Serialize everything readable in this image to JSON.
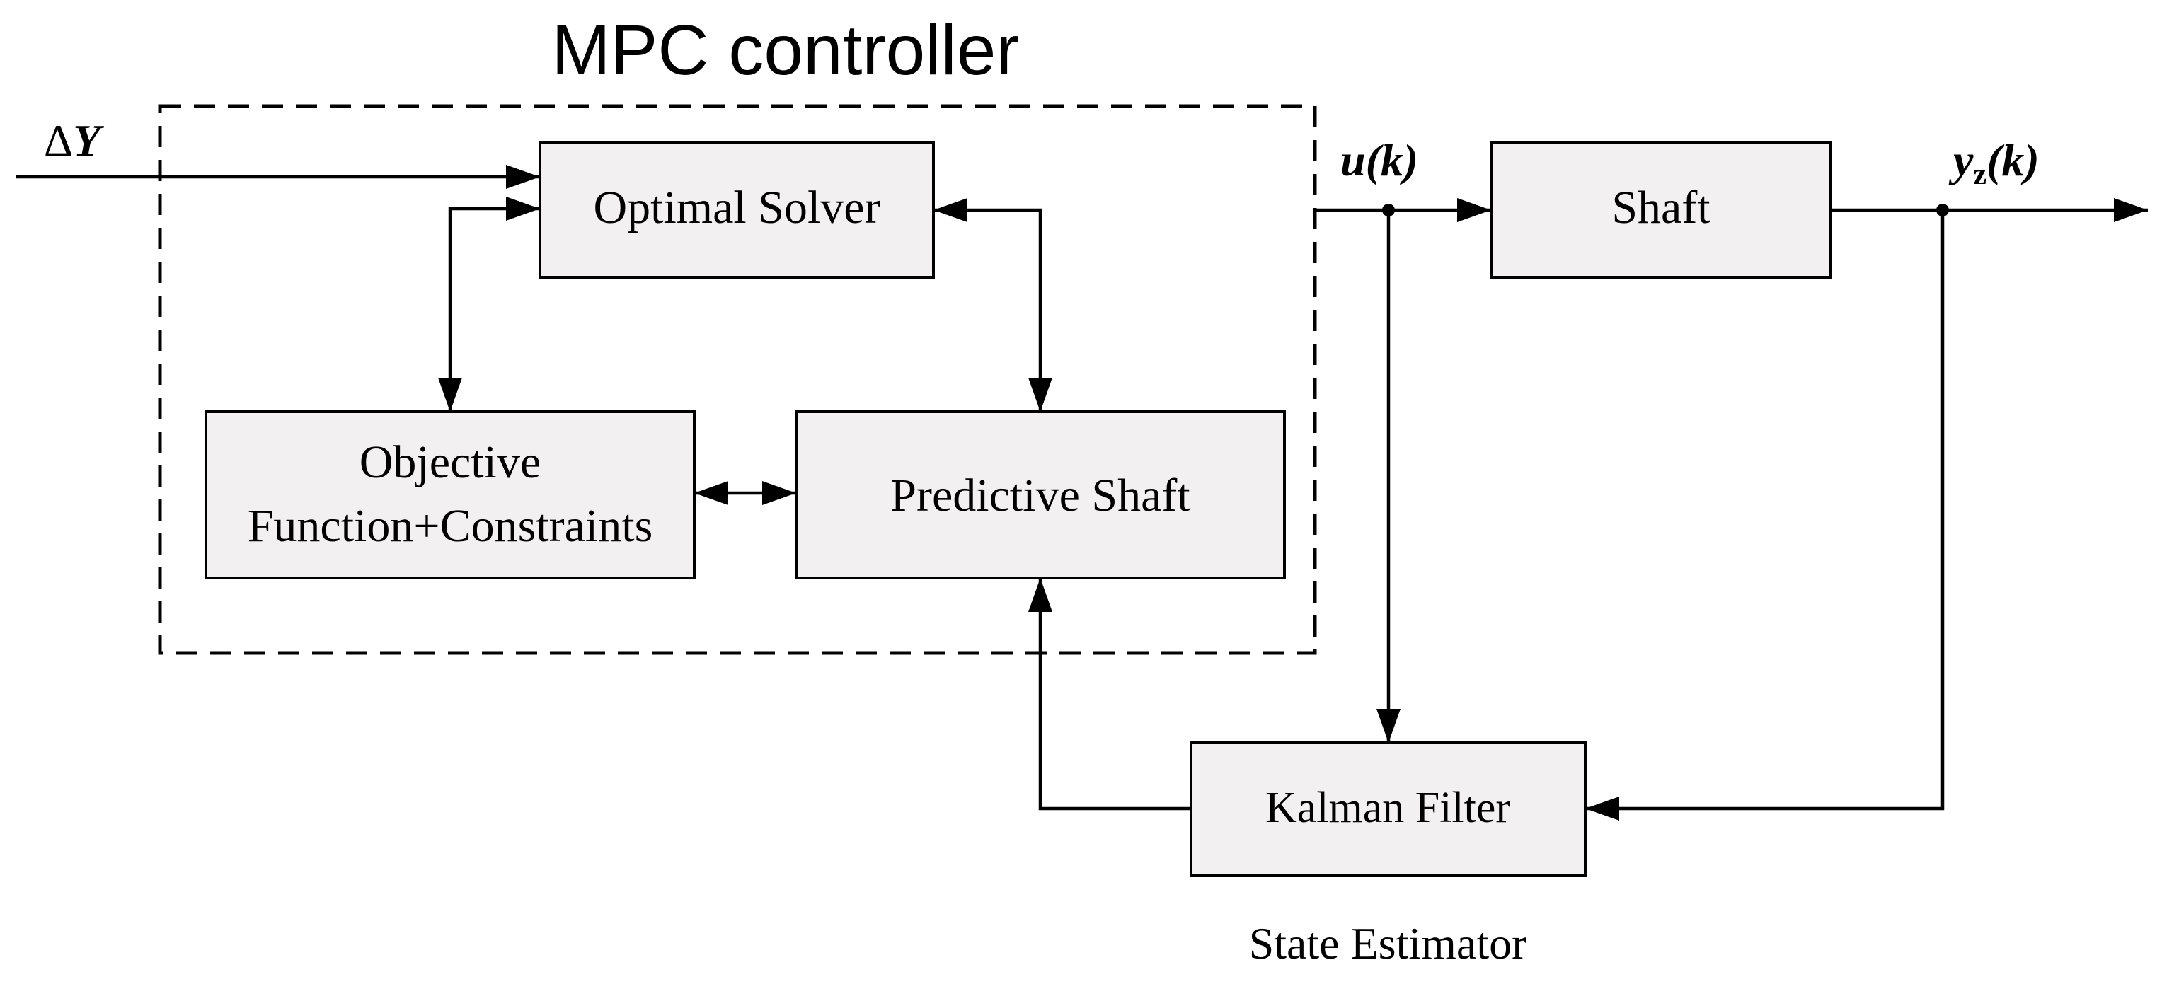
{
  "title": "MPC controller",
  "blocks": {
    "optimal_solver": "Optimal Solver",
    "objective_line1": "Objective",
    "objective_line2": "Function+Constraints",
    "predictive_shaft": "Predictive Shaft",
    "shaft": "Shaft",
    "kalman_filter": "Kalman Filter"
  },
  "labels": {
    "delta_symbol": "Δ",
    "input_var": "Y",
    "control_signal": "u(k)",
    "output_var": "y",
    "output_subscript": "z",
    "output_arg": "(k)",
    "estimator": "State Estimator"
  }
}
